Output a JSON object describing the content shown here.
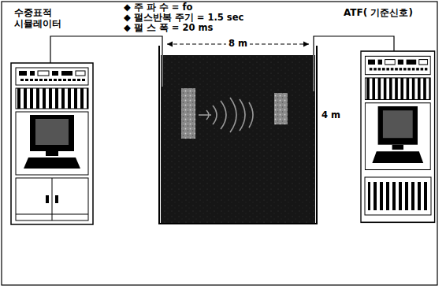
{
  "diagram": {
    "nodes": [
      {
        "text": [
          "수중표적 시뮬레이터"
        ]
      },
      {
        "text": [
          "ATF( 기준신호)"
        ]
      }
    ],
    "labels": [
      "◆ 주 파 수 = fo",
      "◆ 펄스반복 주기 = 1.5 sec",
      "◆ 펄 스 폭 = 20 ms",
      "8 m",
      "4 m"
    ]
  }
}
